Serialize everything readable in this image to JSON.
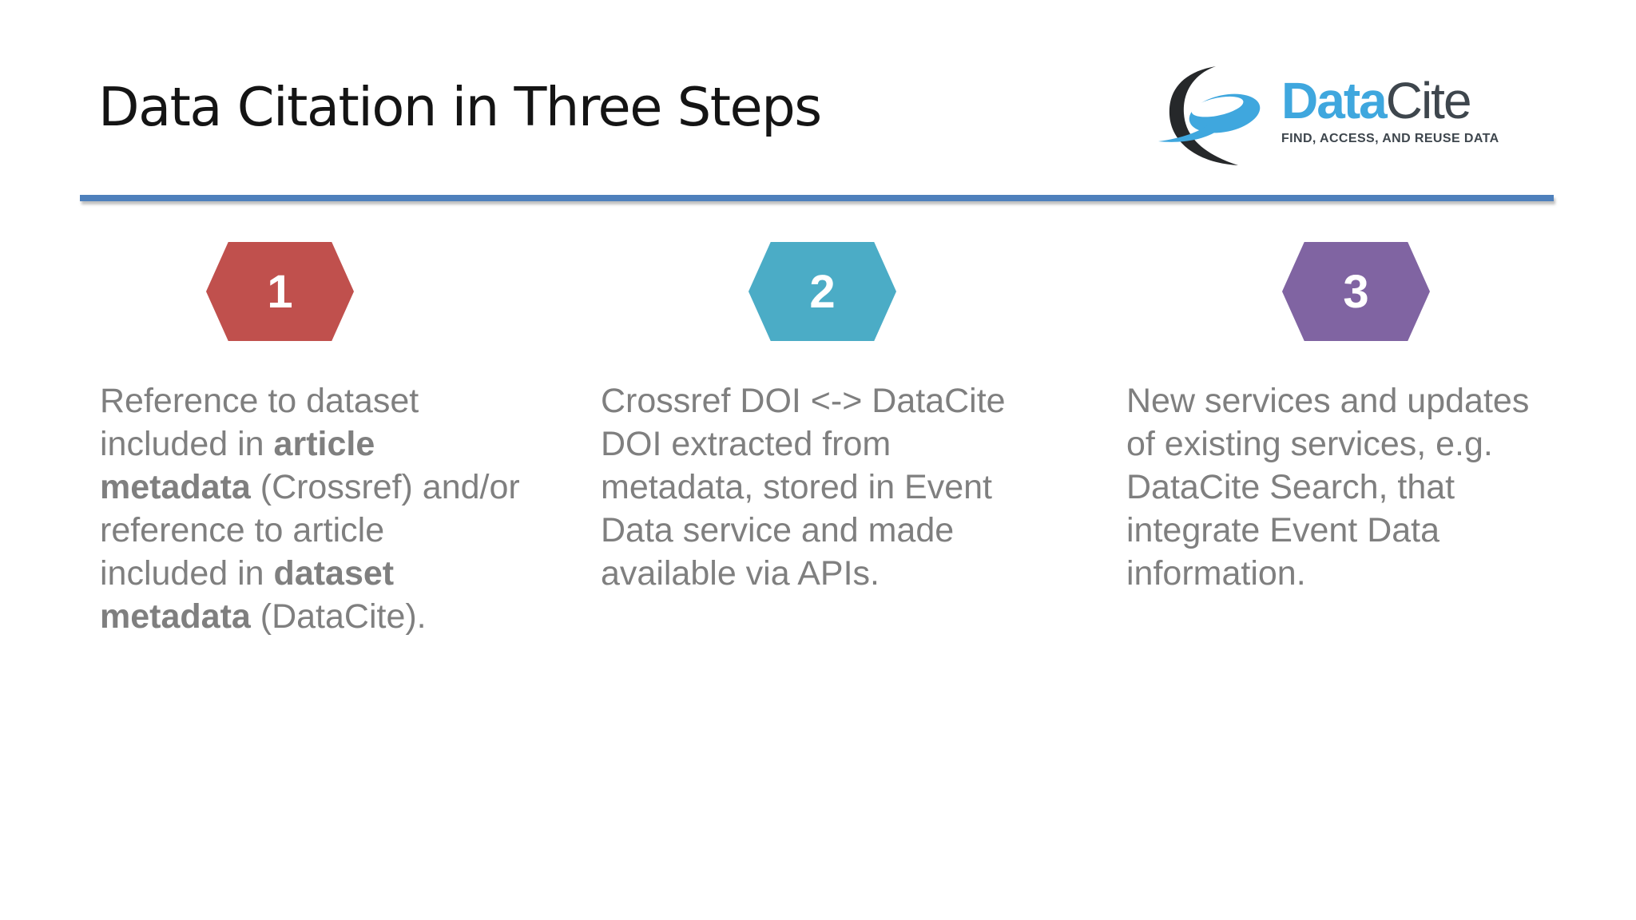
{
  "slide": {
    "title": "Data Citation in Three Steps",
    "title_color": "#141414",
    "background_color": "#ffffff",
    "divider_color": "#4E80BC",
    "divider_shadow_color": "#c6c6c6",
    "body_text_color": "#7f7f7f"
  },
  "logo": {
    "word_primary": "Data",
    "word_secondary": "Cite",
    "tagline": "FIND, ACCESS, AND REUSE DATA",
    "primary_blue": "#3FA7DE",
    "dark_gray": "#3E464D",
    "swoosh_black": "#26282A"
  },
  "steps": [
    {
      "number": "1",
      "badge_color": "#C0504D",
      "description": "Reference to dataset included in article metadata (Crossref) and/or reference to article included in dataset metadata (DataCite).",
      "lines": [
        [
          {
            "t": "Reference to dataset"
          }
        ],
        [
          {
            "t": "included in "
          },
          {
            "t": "article",
            "b": true
          }
        ],
        [
          {
            "t": "metadata",
            "b": true
          },
          {
            "t": " (Crossref) and/or"
          }
        ],
        [
          {
            "t": "reference to article"
          }
        ],
        [
          {
            "t": "included in "
          },
          {
            "t": "dataset",
            "b": true
          }
        ],
        [
          {
            "t": "metadata",
            "b": true
          },
          {
            "t": " (DataCite)."
          }
        ]
      ]
    },
    {
      "number": "2",
      "badge_color": "#4BACC6",
      "description": "Crossref DOI <-> DataCite DOI extracted from metadata, stored in Event Data service and made available via APIs.",
      "lines": [
        [
          {
            "t": "Crossref DOI <-> DataCite"
          }
        ],
        [
          {
            "t": "DOI extracted from"
          }
        ],
        [
          {
            "t": "metadata, stored in Event"
          }
        ],
        [
          {
            "t": "Data service and made"
          }
        ],
        [
          {
            "t": "available via APIs."
          }
        ]
      ]
    },
    {
      "number": "3",
      "badge_color": "#8064A2",
      "description": "New services and updates of existing services, e.g. DataCite Search, that integrate Event Data information.",
      "lines": [
        [
          {
            "t": "New services and updates"
          }
        ],
        [
          {
            "t": "of existing services, e.g."
          }
        ],
        [
          {
            "t": "DataCite Search, that"
          }
        ],
        [
          {
            "t": "integrate Event Data"
          }
        ],
        [
          {
            "t": "information."
          }
        ]
      ]
    }
  ]
}
